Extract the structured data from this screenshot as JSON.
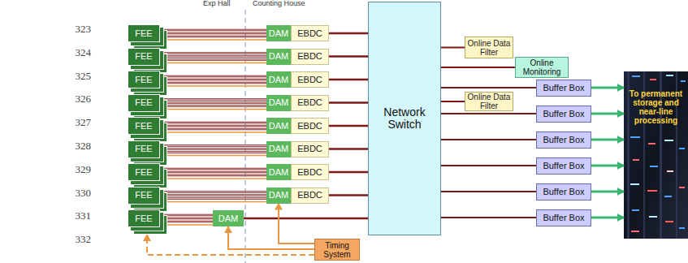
{
  "diagram": {
    "nodes": [
      {
        "text": [
          "FEE"
        ]
      },
      {
        "text": [
          "FEE"
        ]
      },
      {
        "text": [
          "FEE"
        ]
      },
      {
        "text": [
          "FEE"
        ]
      },
      {
        "text": [
          "FEE"
        ]
      },
      {
        "text": [
          "FEE"
        ]
      },
      {
        "text": [
          "FEE"
        ]
      },
      {
        "text": [
          "FEE"
        ]
      },
      {
        "text": [
          "FEE"
        ]
      },
      {
        "text": [
          "DAM"
        ]
      },
      {
        "text": [
          "EBDC"
        ]
      },
      {
        "text": [
          "DAM"
        ]
      },
      {
        "text": [
          "EBDC"
        ]
      },
      {
        "text": [
          "DAM"
        ]
      },
      {
        "text": [
          "EBDC"
        ]
      },
      {
        "text": [
          "DAM"
        ]
      },
      {
        "text": [
          "EBDC"
        ]
      },
      {
        "text": [
          "DAM"
        ]
      },
      {
        "text": [
          "EBDC"
        ]
      },
      {
        "text": [
          "DAM"
        ]
      },
      {
        "text": [
          "EBDC"
        ]
      },
      {
        "text": [
          "DAM"
        ]
      },
      {
        "text": [
          "EBDC"
        ]
      },
      {
        "text": [
          "DAM"
        ]
      },
      {
        "text": [
          "EBDC"
        ]
      },
      {
        "text": [
          "DAM"
        ]
      },
      {
        "text": [
          "Network Switch"
        ]
      },
      {
        "text": [
          "Online Data Filter"
        ]
      },
      {
        "text": [
          "Online Monitoring"
        ]
      },
      {
        "text": [
          "Online Data Filter"
        ]
      },
      {
        "text": [
          "Buffer Box"
        ]
      },
      {
        "text": [
          "Buffer Box"
        ]
      },
      {
        "text": [
          "Buffer Box"
        ]
      },
      {
        "text": [
          "Buffer Box"
        ]
      },
      {
        "text": [
          "Buffer Box"
        ]
      },
      {
        "text": [
          "Buffer Box"
        ]
      },
      {
        "text": [
          "To permanent storage and near-line processing"
        ]
      },
      {
        "text": [
          "Timing System"
        ]
      }
    ],
    "edges": [
      {
        "from": 0,
        "to": 9,
        "arrow": "none"
      },
      {
        "from": 1,
        "to": 11,
        "arrow": "none"
      },
      {
        "from": 2,
        "to": 13,
        "arrow": "none"
      },
      {
        "from": 3,
        "to": 15,
        "arrow": "none"
      },
      {
        "from": 4,
        "to": 17,
        "arrow": "none"
      },
      {
        "from": 5,
        "to": 19,
        "arrow": "none"
      },
      {
        "from": 6,
        "to": 21,
        "arrow": "none"
      },
      {
        "from": 7,
        "to": 23,
        "arrow": "none"
      },
      {
        "from": 8,
        "to": 25,
        "arrow": "none"
      },
      {
        "from": 10,
        "to": 26,
        "arrow": "none"
      },
      {
        "from": 12,
        "to": 26,
        "arrow": "none"
      },
      {
        "from": 14,
        "to": 26,
        "arrow": "none"
      },
      {
        "from": 16,
        "to": 26,
        "arrow": "none"
      },
      {
        "from": 18,
        "to": 26,
        "arrow": "none"
      },
      {
        "from": 20,
        "to": 26,
        "arrow": "none"
      },
      {
        "from": 22,
        "to": 26,
        "arrow": "none"
      },
      {
        "from": 24,
        "to": 26,
        "arrow": "none"
      },
      {
        "from": 25,
        "to": 26,
        "arrow": "none"
      },
      {
        "from": 26,
        "to": 27,
        "arrow": "none"
      },
      {
        "from": 26,
        "to": 28,
        "arrow": "none"
      },
      {
        "from": 26,
        "to": 29,
        "arrow": "none"
      },
      {
        "from": 26,
        "to": 30,
        "arrow": "none"
      },
      {
        "from": 26,
        "to": 31,
        "arrow": "none"
      },
      {
        "from": 26,
        "to": 32,
        "arrow": "none"
      },
      {
        "from": 26,
        "to": 33,
        "arrow": "none"
      },
      {
        "from": 26,
        "to": 34,
        "arrow": "none"
      },
      {
        "from": 26,
        "to": 35,
        "arrow": "none"
      },
      {
        "from": 30,
        "to": 36,
        "arrow": "to"
      },
      {
        "from": 31,
        "to": 36,
        "arrow": "to"
      },
      {
        "from": 32,
        "to": 36,
        "arrow": "to"
      },
      {
        "from": 33,
        "to": 36,
        "arrow": "to"
      },
      {
        "from": 34,
        "to": 36,
        "arrow": "to"
      },
      {
        "from": 35,
        "to": 36,
        "arrow": "to"
      },
      {
        "from": 37,
        "to": 23,
        "arrow": "to"
      },
      {
        "from": 37,
        "to": 25,
        "arrow": "to"
      },
      {
        "from": 37,
        "to": 8,
        "arrow": "to"
      }
    ],
    "labels": [
      "Exp Hall",
      "Counting House",
      "323",
      "324",
      "325",
      "326",
      "327",
      "328",
      "329",
      "330",
      "331",
      "332"
    ]
  }
}
